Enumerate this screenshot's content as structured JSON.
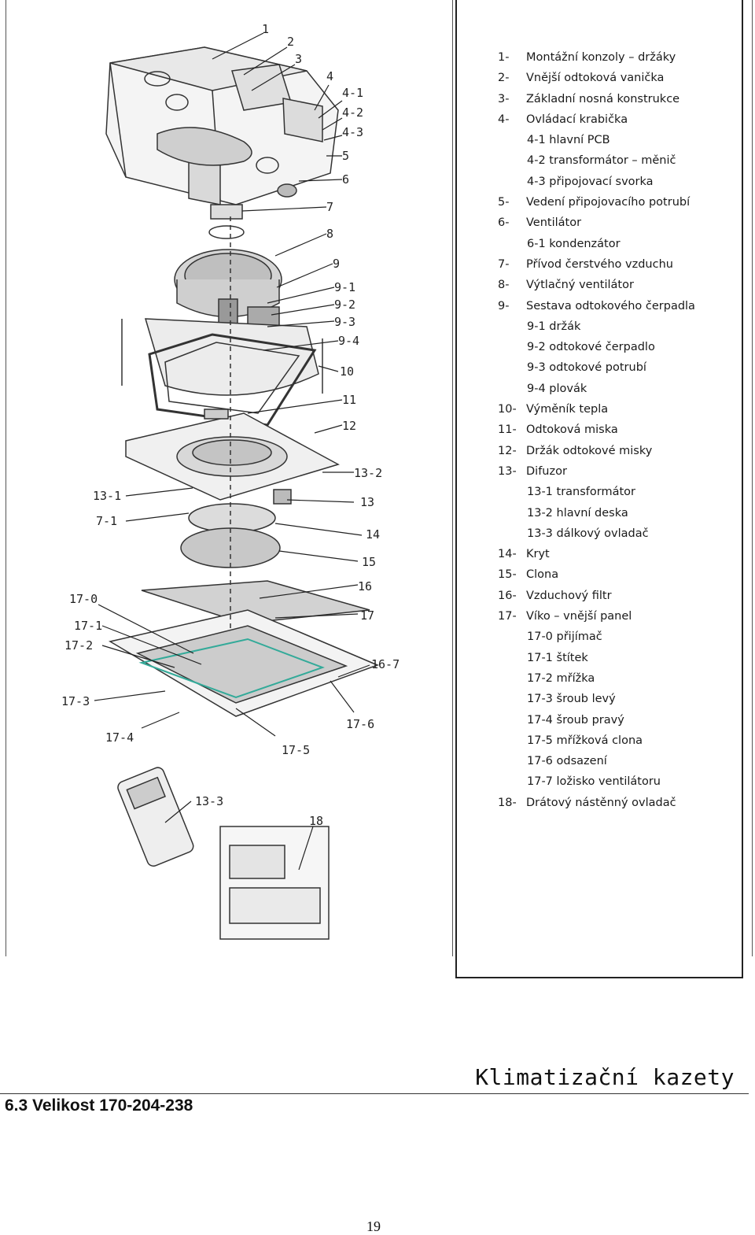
{
  "legend": {
    "items": [
      {
        "num": "1-",
        "text": "Montážní konzoly – držáky"
      },
      {
        "num": "2-",
        "text": "Vnější odtoková vanička"
      },
      {
        "num": "3-",
        "text": "Základní nosná konstrukce"
      },
      {
        "num": "4-",
        "text": "Ovládací krabička"
      },
      {
        "num": "",
        "text": "4-1 hlavní PCB"
      },
      {
        "num": "",
        "text": "4-2 transformátor – měnič"
      },
      {
        "num": "",
        "text": "4-3 připojovací svorka"
      },
      {
        "num": "5-",
        "text": "Vedení připojovacího potrubí"
      },
      {
        "num": "6-",
        "text": "Ventilátor"
      },
      {
        "num": "",
        "text": "6-1 kondenzátor"
      },
      {
        "num": "7-",
        "text": "Přívod čerstvého vzduchu"
      },
      {
        "num": "8-",
        "text": "Výtlačný ventilátor"
      },
      {
        "num": "9-",
        "text": "Sestava odtokového čerpadla"
      },
      {
        "num": "",
        "text": "9-1 držák"
      },
      {
        "num": "",
        "text": "9-2 odtokové čerpadlo"
      },
      {
        "num": "",
        "text": "9-3 odtokové potrubí"
      },
      {
        "num": "",
        "text": "9-4 plovák"
      },
      {
        "num": "10-",
        "text": "Výměník tepla"
      },
      {
        "num": "11-",
        "text": "Odtoková miska"
      },
      {
        "num": "12-",
        "text": "Držák odtokové misky"
      },
      {
        "num": "13-",
        "text": "Difuzor"
      },
      {
        "num": "",
        "text": "13-1 transformátor"
      },
      {
        "num": "",
        "text": "13-2 hlavní deska"
      },
      {
        "num": "",
        "text": "13-3 dálkový ovladač"
      },
      {
        "num": "14-",
        "text": "Kryt"
      },
      {
        "num": "15-",
        "text": "Clona"
      },
      {
        "num": "16-",
        "text": "Vzduchový filtr"
      },
      {
        "num": "17-",
        "text": "Víko – vnější panel"
      },
      {
        "num": "",
        "text": "17-0 přijímač"
      },
      {
        "num": "",
        "text": "17-1 štítek"
      },
      {
        "num": "",
        "text": "17-2 mřížka"
      },
      {
        "num": "",
        "text": "17-3 šroub levý"
      },
      {
        "num": "",
        "text": "17-4 šroub pravý"
      },
      {
        "num": "",
        "text": "17-5 mřížková clona"
      },
      {
        "num": "",
        "text": "17-6 odsazení"
      },
      {
        "num": "",
        "text": "17-7 ložisko ventilátoru"
      },
      {
        "num": "18-",
        "text": "Drátový nástěnný ovladač"
      }
    ]
  },
  "diagram_labels": {
    "l1": "1",
    "l2": "2",
    "l3": "3",
    "l4": "4",
    "l4_1": "4-1",
    "l4_2": "4-2",
    "l4_3": "4-3",
    "l5": "5",
    "l6": "6",
    "l7": "7",
    "l8": "8",
    "l9": "9",
    "l9_1": "9-1",
    "l9_2": "9-2",
    "l9_3": "9-3",
    "l9_4": "9-4",
    "l10": "10",
    "l11": "11",
    "l12": "12",
    "l13_2": "13-2",
    "l13_1": "13-1",
    "l13": "13",
    "l7_1": "7-1",
    "l14": "14",
    "l15": "15",
    "l16": "16",
    "l17_0": "17-0",
    "l17": "17",
    "l17_1": "17-1",
    "l17_2": "17-2",
    "l16_7": "16-7",
    "l17_3": "17-3",
    "l17_6": "17-6",
    "l17_4": "17-4",
    "l17_5": "17-5",
    "l13_3": "13-3",
    "l18": "18"
  },
  "footer": {
    "doc_title": "Klimatizační kazety",
    "section_heading": "6.3 Velikost 170-204-238",
    "page_number": "19"
  }
}
